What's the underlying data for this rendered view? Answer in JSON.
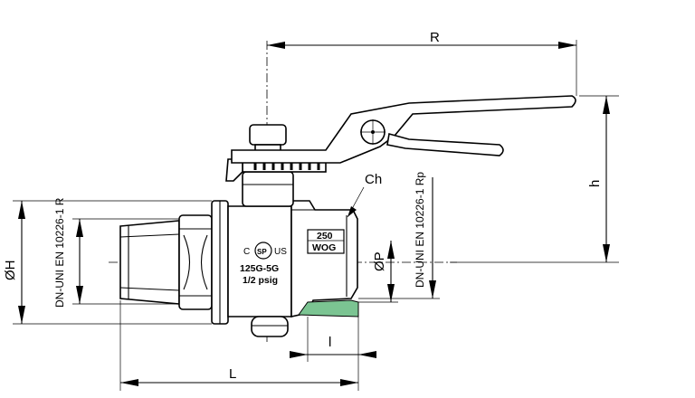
{
  "labels": {
    "R": "R",
    "h": "h",
    "L": "L",
    "l": "l",
    "OH": "ØH",
    "OP": "ØP",
    "Ch": "Ch",
    "std_R": "DN-UNI EN 10226-1 R",
    "std_Rp": "DN-UNI EN 10226-1 Rp"
  },
  "markings": {
    "cert_c": "C",
    "cert_us": "US",
    "cert_mark": "SP",
    "pressure_top": "250",
    "pressure_bottom": "WOG",
    "rating_line1": "125G-5G",
    "rating_line2": "1/2 psig"
  },
  "colors": {
    "line": "#000000",
    "highlight": "#7bc492",
    "background": "#ffffff"
  }
}
